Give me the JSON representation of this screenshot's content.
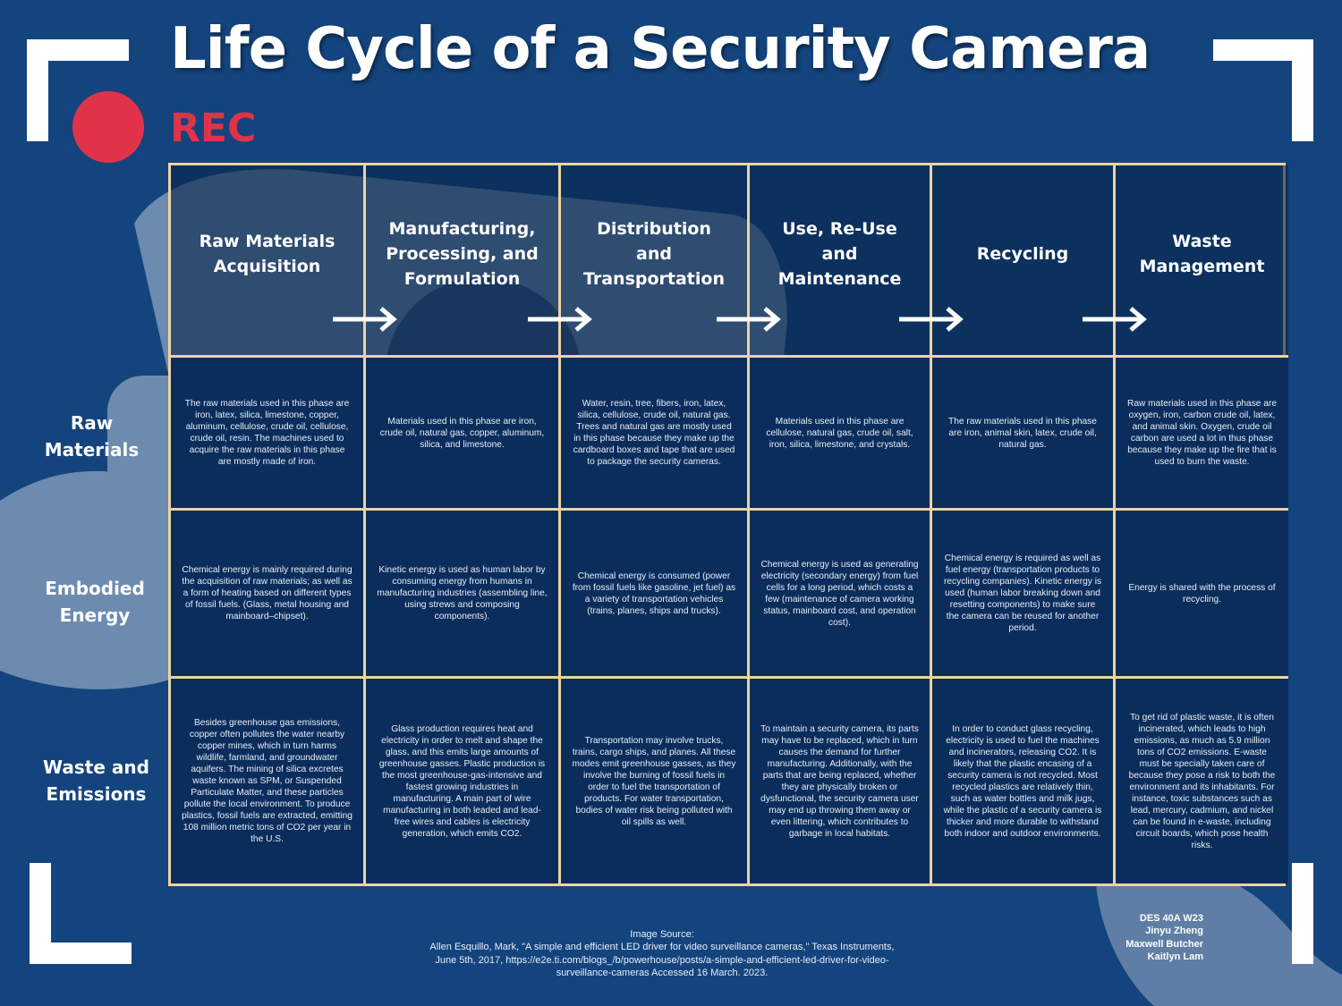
{
  "title": "Life Cycle of a Security Camera",
  "rec_label": "REC",
  "colors": {
    "background": "#14447d",
    "grid_line": "#ecd3a2",
    "rec_red": "#e0334a",
    "cell_fill": "#0b2d5c"
  },
  "icons": [
    "arrow-right-icon",
    "record-dot-icon",
    "viewfinder-corner-icon"
  ],
  "columns": [
    "Raw Materials Acquisition",
    "Manufacturing, Processing, and Formulation",
    "Distribution and Transportation",
    "Use, Re-Use and Maintenance",
    "Recycling",
    "Waste Management"
  ],
  "rows": [
    {
      "label": "Raw Materials",
      "cells": [
        "The raw materials used in this phase are iron, latex, silica, limestone, copper, aluminum, cellulose, crude oil, cellulose, crude oil, resin. The machines used to acquire the raw materials in this phase are mostly made of iron.",
        "Materials used in this phase are iron, crude oil, natural gas, copper, aluminum, silica, and limestone.",
        "Water, resin, tree, fibers, iron, latex, silica, cellulose, crude oil, natural gas. Trees and natural gas are mostly used in this phase because they make up the cardboard boxes and tape that are used to package the security cameras.",
        "Materials used in this phase are cellulose, natural gas, crude oil, salt, iron, silica, limestone, and crystals.",
        "The raw materials used in this phase are iron, animal skin, latex, crude oil, natural gas.",
        "Raw materials used in this phase are oxygen, iron, carbon crude oil, latex, and animal skin. Oxygen, crude oil carbon are used a lot in thus phase because they make up the fire that is used to burn the waste."
      ]
    },
    {
      "label": "Embodied Energy",
      "cells": [
        "Chemical energy is mainly required during the acquisition of raw materials; as well as a form of heating based on different types of fossil fuels. (Glass, metal housing and mainboard–chipset).",
        "Kinetic energy is used as human labor by consuming energy from humans in manufacturing industries (assembling line, using strews and composing components).",
        "Chemical energy is consumed (power from fossil fuels like gasoline, jet fuel) as a variety of transportation vehicles (trains, planes, ships and trucks).",
        "Chemical energy is used as generating electricity (secondary energy) from fuel cells for a long period, which costs a few (maintenance of camera working status, mainboard cost, and operation cost).",
        "Chemical energy is required as well as fuel energy (transportation products to recycling companies). Kinetic energy is used (human labor breaking down and resetting components) to make sure the camera can be reused for another period.",
        "Energy is shared with the process of recycling."
      ]
    },
    {
      "label": "Waste and Emissions",
      "cells": [
        "Besides greenhouse gas emissions, copper often pollutes the water nearby copper mines, which in turn harms wildlife, farmland, and groundwater aquifers. The mining of silica excretes waste known as SPM, or Suspended Particulate Matter, and these particles pollute the local environment. To produce plastics, fossil fuels are extracted, emitting 108 million metric tons of CO2 per year in the U.S.",
        "Glass production requires heat and electricity in order to melt and shape the glass, and this emits large amounts of greenhouse gasses. Plastic production is the most greenhouse-gas-intensive and fastest growing industries in manufacturing. A main part of wire manufacturing in both leaded and lead-free wires and cables is electricity generation, which emits CO2.",
        "Transportation may involve trucks, trains, cargo ships, and planes. All these modes emit greenhouse gasses, as they involve the burning of fossil fuels in order to fuel the transportation of products. For water transportation, bodies of water risk being polluted with oil spills as well.",
        "To maintain a security camera, its parts may have to be replaced, which in turn causes the demand for further manufacturing. Additionally, with the parts that are being replaced, whether they are physically broken or dysfunctional, the security camera user may end up throwing them away or even littering, which contributes to garbage in local habitats.",
        "In order to conduct glass recycling, electricity is used to fuel the machines and incinerators, releasing CO2. It is likely that the plastic encasing of a security camera is not recycled. Most recycled plastics are relatively thin, such as water bottles and milk jugs, while the plastic of a security camera is thicker and more durable to withstand both indoor and outdoor environments.",
        "To get rid of plastic waste, it is often incinerated, which leads to high emissions, as much as 5.9 million tons of CO2 emissions. E-waste must be specially taken care of because they pose a risk to both the environment and its inhabitants. For instance, toxic substances such as lead, mercury, cadmium, and nickel can be found in e-waste, including circuit boards, which pose health risks."
      ]
    }
  ],
  "source": {
    "heading": "Image Source:",
    "citation": "Allen Esquillo, Mark, \"A simple and efficient LED driver for video surveillance cameras,\" Texas Instruments, June 5th, 2017, https://e2e.ti.com/blogs_/b/powerhouse/posts/a-simple-and-efficient-led-driver-for-video-surveillance-cameras Accessed 16 March. 2023."
  },
  "credits": [
    "DES 40A W23",
    "Jinyu Zheng",
    "Maxwell Butcher",
    "Kaitlyn Lam"
  ]
}
